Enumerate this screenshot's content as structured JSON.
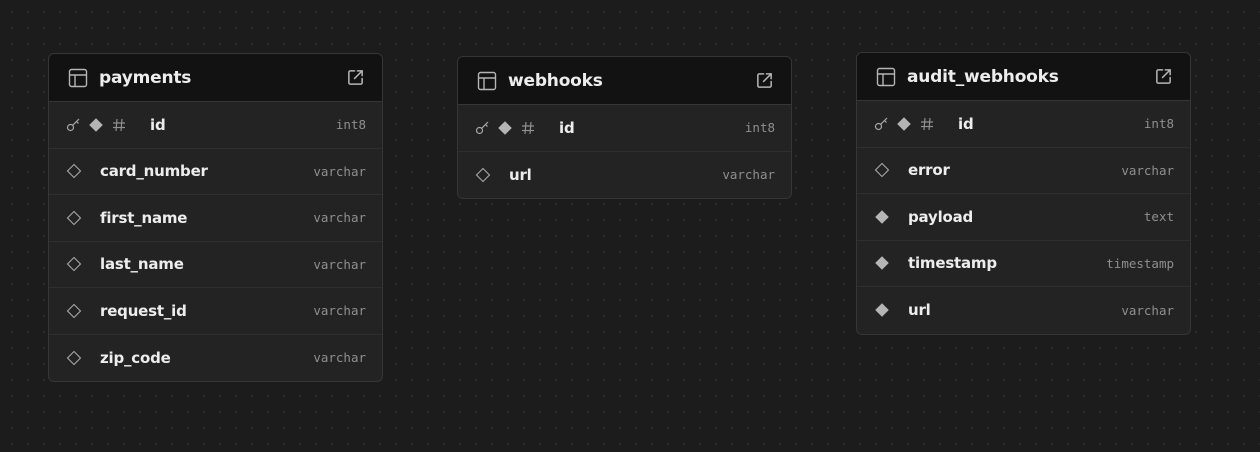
{
  "tables": [
    {
      "name": "payments",
      "columns": [
        {
          "name": "id",
          "type": "int8",
          "primary": true
        },
        {
          "name": "card_number",
          "type": "varchar",
          "nullable": true
        },
        {
          "name": "first_name",
          "type": "varchar",
          "nullable": true
        },
        {
          "name": "last_name",
          "type": "varchar",
          "nullable": true
        },
        {
          "name": "request_id",
          "type": "varchar",
          "nullable": true
        },
        {
          "name": "zip_code",
          "type": "varchar",
          "nullable": true
        }
      ]
    },
    {
      "name": "webhooks",
      "columns": [
        {
          "name": "id",
          "type": "int8",
          "primary": true
        },
        {
          "name": "url",
          "type": "varchar",
          "nullable": true
        }
      ]
    },
    {
      "name": "audit_webhooks",
      "columns": [
        {
          "name": "id",
          "type": "int8",
          "primary": true
        },
        {
          "name": "error",
          "type": "varchar",
          "nullable": true
        },
        {
          "name": "payload",
          "type": "text",
          "nullable": false
        },
        {
          "name": "timestamp",
          "type": "timestamp",
          "nullable": false
        },
        {
          "name": "url",
          "type": "varchar",
          "nullable": false
        }
      ]
    }
  ],
  "icons": {
    "table": "table-icon",
    "open": "external-link-icon",
    "primary_key": "key-icon",
    "required": "filled-diamond-icon",
    "nullable": "hollow-diamond-icon",
    "identity": "hash-icon"
  },
  "colors": {
    "background": "#1c1c1c",
    "card": "#232323",
    "header": "#121212",
    "text": "#ededed",
    "muted": "#8f8f8f",
    "icon": "#b5b5b5"
  }
}
